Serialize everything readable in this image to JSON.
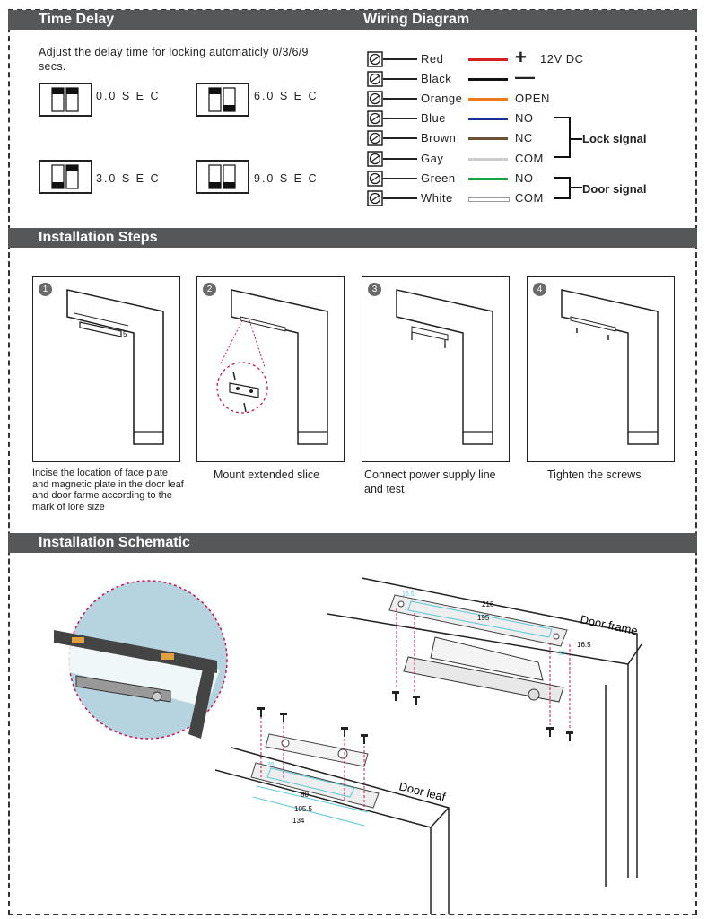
{
  "time_delay": {
    "header": "Time Delay",
    "description": "Adjust the delay time for locking automaticly 0/3/6/9 secs.",
    "settings": [
      {
        "label": "0.0 S E C",
        "switch1": "up",
        "switch2": "up"
      },
      {
        "label": "6.0 S E C",
        "switch1": "up",
        "switch2": "down"
      },
      {
        "label": "3.0 S E C",
        "switch1": "down",
        "switch2": "up"
      },
      {
        "label": "9.0 S E C",
        "switch1": "down",
        "switch2": "down"
      }
    ]
  },
  "wiring": {
    "header": "Wiring Diagram",
    "rows": [
      {
        "wire": "Red",
        "color": "#d42020",
        "signal": "12V DC",
        "symbol": "+"
      },
      {
        "wire": "Black",
        "color": "#111111",
        "signal": "",
        "symbol": "—"
      },
      {
        "wire": "Orange",
        "color": "#f07a1a",
        "signal": "OPEN",
        "symbol": ""
      },
      {
        "wire": "Blue",
        "color": "#1a2d9a",
        "signal": "NO",
        "symbol": ""
      },
      {
        "wire": "Brown",
        "color": "#6b5236",
        "signal": "NC",
        "symbol": ""
      },
      {
        "wire": "Gay",
        "color": "#cccccc",
        "signal": "COM",
        "symbol": ""
      },
      {
        "wire": "Green",
        "color": "#17a33c",
        "signal": "NO",
        "symbol": ""
      },
      {
        "wire": "White",
        "color": "#ffffff",
        "signal": "COM",
        "symbol": ""
      }
    ],
    "lock_signal": "Lock signal",
    "door_signal": "Door signal"
  },
  "installation_steps": {
    "header": "Installation Steps",
    "steps": [
      {
        "number": "1",
        "caption": "Incise the location of face plate and magnetic plate in the door leaf and door farme according to the mark of lore size"
      },
      {
        "number": "2",
        "caption": "Mount extended slice"
      },
      {
        "number": "3",
        "caption": "Connect power supply line and test"
      },
      {
        "number": "4",
        "caption": "Tighten the screws"
      }
    ]
  },
  "schematic": {
    "header": "Installation Schematic",
    "door_frame": "Door frame",
    "door_leaf": "Door leaf",
    "frame_dims": {
      "d1": "16.5",
      "d2": "216",
      "d3": "195",
      "d4": "16.5",
      "d5": "35"
    },
    "leaf_dims": {
      "d1": "80",
      "d2": "105.5",
      "d3": "134",
      "d4": "35"
    }
  },
  "colors": {
    "bar": "#555759",
    "magenta": "#c2185b",
    "cyan": "#5bc8d8"
  }
}
